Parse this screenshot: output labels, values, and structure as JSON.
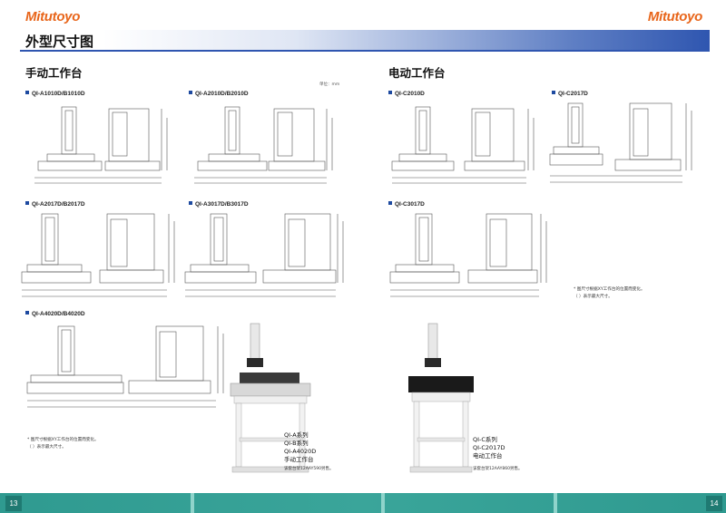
{
  "brand": {
    "left_logo": "Mitutoyo",
    "right_logo": "Mitutoyo",
    "brand_color": "#e8651a"
  },
  "page_title": "外型尺寸图",
  "unit_note": "单位：mm",
  "sections": {
    "manual": "手动工作台",
    "electric": "电动工作台"
  },
  "models": {
    "m1": "QI-A1010D/B1010D",
    "m2": "QI-A2010D/B2010D",
    "m3": "QI-A2017D/B2017D",
    "m4": "QI-A3017D/B3017D",
    "m5": "QI-A4020D/B4020D",
    "m6": "QI-C2010D",
    "m7": "QI-C2017D",
    "m8": "QI-C3017D"
  },
  "notes": {
    "left_note_1": "* 图尺寸根据XY工作台的位置而变化。",
    "left_note_2": "（  ）表示最大尺寸。",
    "right_note_1": "* 图尺寸根据XY工作台的位置而变化。",
    "right_note_2": "（  ）表示最大尺寸。"
  },
  "captions": {
    "manual_series_1": "QI-A系列",
    "manual_series_2": "QI-B系列",
    "manual_model": "QI-A4020D",
    "manual_stage": "手动工作台",
    "manual_stand": "该套台架12AAY590另售。",
    "electric_series_1": "QI-C系列",
    "electric_model": "QI-C2017D",
    "electric_stage": "电动工作台",
    "electric_stand": "该套台架12AAY860另售。"
  },
  "page_numbers": {
    "left": "13",
    "right": "14"
  },
  "colors": {
    "title_band": "#2f56b0",
    "footer_band": "#3aa59a",
    "marker": "#1e4aa0"
  }
}
